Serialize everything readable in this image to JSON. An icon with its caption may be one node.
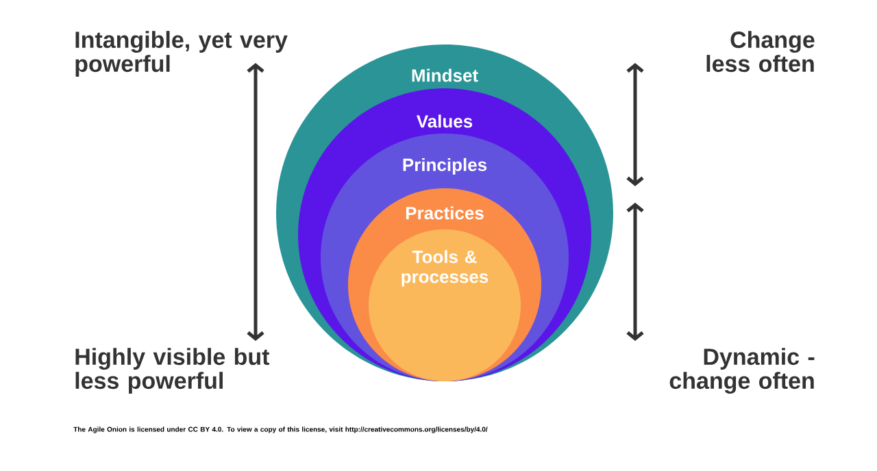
{
  "diagram": {
    "nodes": [
      {
        "text": [
          "Mindset"
        ]
      },
      {
        "text": [
          "Values"
        ],
        "in": 0
      },
      {
        "text": [
          "Principles"
        ],
        "in": 1
      },
      {
        "text": [
          "Practices"
        ],
        "in": 2
      },
      {
        "text": [
          "Tools & processes"
        ],
        "in": 3
      }
    ],
    "labels": [
      "Intangible, yet very powerful",
      "Change less often",
      "Highly visible but less powerful",
      "Dynamic - change often",
      "The Agile Onion is licensed under CC BY 4.0. To view a copy of this license, visit http://creativecommons.org/licenses/by/4.0/"
    ]
  }
}
